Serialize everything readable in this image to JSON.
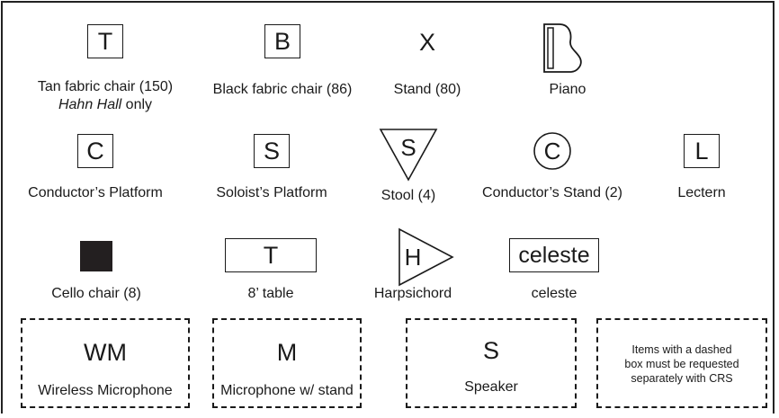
{
  "legend": {
    "row1": {
      "tan_chair": {
        "symbol": "T",
        "label": "Tan fabric chair (150)",
        "sublabel": "Hahn Hall",
        "sublabel_suffix": " only"
      },
      "black_chair": {
        "symbol": "B",
        "label": "Black fabric chair (86)"
      },
      "stand": {
        "symbol": "X",
        "label": "Stand (80)"
      },
      "piano": {
        "label": "Piano"
      }
    },
    "row2": {
      "conductor_platform": {
        "symbol": "C",
        "label": "Conductor’s Platform"
      },
      "soloist_platform": {
        "symbol": "S",
        "label": "Soloist’s Platform"
      },
      "stool": {
        "symbol": "S",
        "label": "Stool (4)"
      },
      "conductor_stand": {
        "symbol": "C",
        "label": "Conductor’s Stand (2)"
      },
      "lectern": {
        "symbol": "L",
        "label": "Lectern"
      }
    },
    "row3": {
      "cello_chair": {
        "label": "Cello chair (8)"
      },
      "table": {
        "symbol": "T",
        "label": "8’ table"
      },
      "harpsichord": {
        "symbol": "H",
        "label": "Harpsichord"
      },
      "celeste": {
        "symbol": "celeste",
        "label": "celeste"
      }
    },
    "row4": {
      "wireless_mic": {
        "symbol": "WM",
        "label": "Wireless Microphone"
      },
      "mic_stand": {
        "symbol": "M",
        "label": "Microphone w/ stand"
      },
      "speaker": {
        "symbol": "S",
        "label": "Speaker"
      },
      "note": {
        "line1": "Items with a dashed",
        "line2": "box must be requested",
        "line3": "separately with CRS"
      }
    }
  },
  "colors": {
    "ink": "#1a1a1a",
    "fill": "#231f20",
    "background": "#ffffff"
  }
}
